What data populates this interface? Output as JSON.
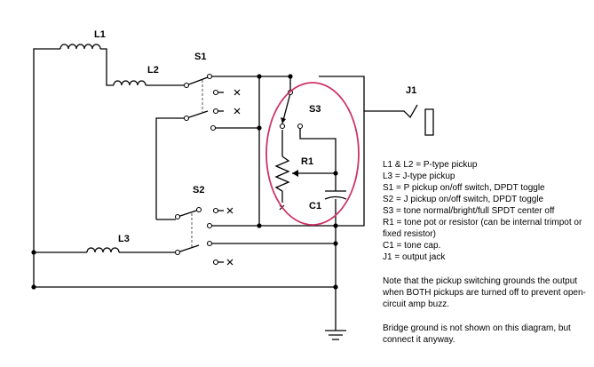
{
  "labels": {
    "L1": "L1",
    "L2": "L2",
    "L3": "L3",
    "S1": "S1",
    "S2": "S2",
    "S3": "S3",
    "R1": "R1",
    "C1": "C1",
    "J1": "J1"
  },
  "legend": [
    "L1 & L2 = P-type pickup",
    "L3 = J-type pickup",
    "S1 = P pickup on/off switch, DPDT toggle",
    "S2 = J pickup on/off switch, DPDT toggle",
    "S3 = tone normal/bright/full   SPDT center off",
    "R1 = tone pot or resistor (can be internal trimpot or fixed resistor)",
    "C1 = tone cap.",
    "J1 = output jack"
  ],
  "notes": [
    "Note that the pickup switching grounds the output when BOTH pickups are turned off to prevent open-circuit amp buzz.",
    "Bridge ground is not shown on this diagram, but connect it anyway."
  ],
  "colors": {
    "wire": "#000000",
    "highlight": "#cc3366"
  }
}
